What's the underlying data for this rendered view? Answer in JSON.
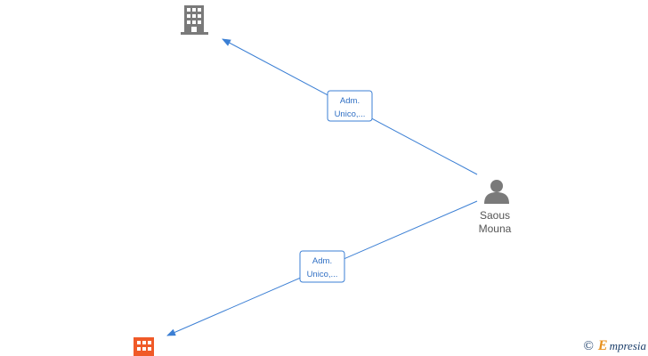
{
  "nodes": {
    "company_top": {
      "icon": "building-icon",
      "color": "#7a7a7a"
    },
    "company_bottom": {
      "icon": "building-icon",
      "color": "#f05a28"
    },
    "person": {
      "icon": "person-icon",
      "color": "#7a7a7a",
      "name_line1": "Saous",
      "name_line2": "Mouna"
    }
  },
  "edges": [
    {
      "from": "person",
      "to": "company_top",
      "label_line1": "Adm.",
      "label_line2": "Unico,..."
    },
    {
      "from": "person",
      "to": "company_bottom",
      "label_line1": "Adm.",
      "label_line2": "Unico,..."
    }
  ],
  "watermark": {
    "symbol": "©",
    "brand_initial": "E",
    "brand_rest": "mpresia"
  },
  "colors": {
    "edge": "#3b7fd4",
    "label_text": "#2f6fc4",
    "accent_company": "#f05a28"
  }
}
